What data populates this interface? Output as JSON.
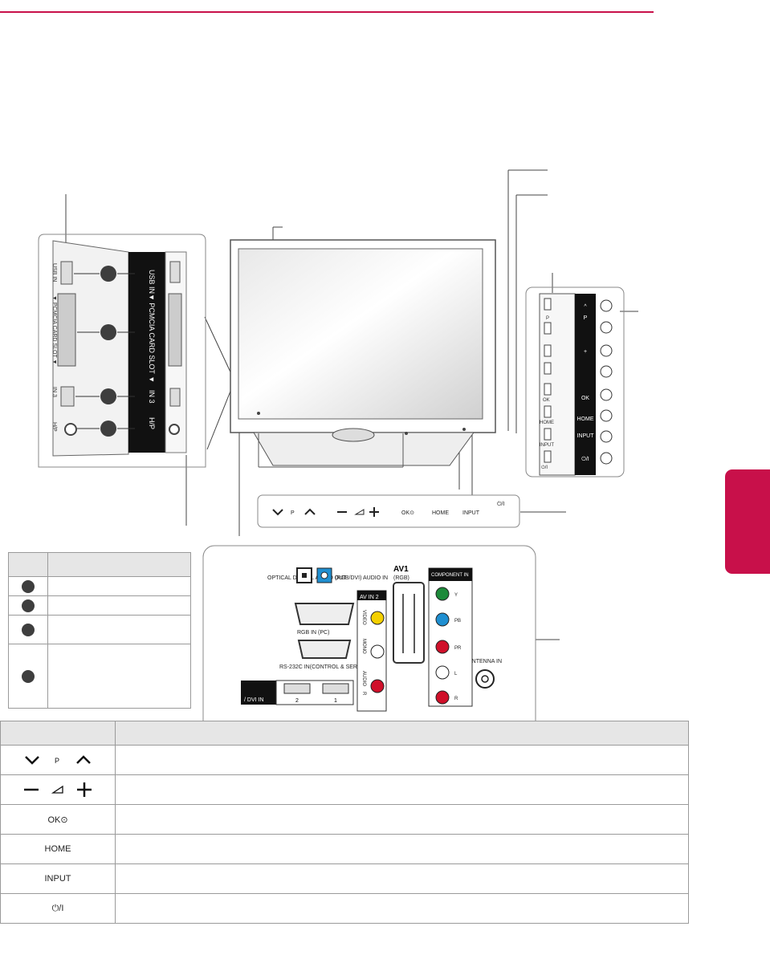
{
  "colors": {
    "accent": "#c8104a",
    "panel_dark": "#111111",
    "table_header": "#e6e6e6"
  },
  "left_panel": {
    "usb_label": "USB IN",
    "pcmcia_label": "▼ PCMCIA CARD SLOT ▼",
    "hdmi_label": "IN 3",
    "hp_label": "H/P",
    "jack_labels": [
      "USB IN",
      "▼ PCMCIA CARD SLOT ▼",
      "IN 3",
      "H/P"
    ]
  },
  "side_panel": {
    "labels": [
      "P",
      "OK",
      "HOME",
      "INPUT",
      "⏻/I"
    ]
  },
  "front_bar": {
    "labels": [
      "P",
      "OK⊙",
      "HOME",
      "INPUT",
      "⏻/I"
    ]
  },
  "rear_panel": {
    "optical_label": "OPTICAL DIGITAL AUDIO OUT",
    "audio_in_label": "(RGB/DVI) AUDIO IN",
    "rgb_pc_label": "RGB IN (PC)",
    "rs232_label": "RS-232C IN(CONTROL & SERVICE)",
    "hdmi_dvi_label": "/ DVI IN",
    "hdmi_ports": [
      "2",
      "1"
    ],
    "av_in2_label": "AV IN 2",
    "av_in2_jacks": [
      "VIDEO",
      "MONO",
      "AUDIO",
      "R"
    ],
    "av1_label": "AV1",
    "av1_sub": "(RGB)",
    "component_label": "COMPONENT IN",
    "component_jacks": [
      "Y",
      "PB",
      "PR",
      "L",
      "R"
    ],
    "antenna_label": "ANTENNA IN"
  },
  "bottom_table": {
    "rows": [
      {
        "icon": "channel-up-down-icon",
        "label": "P"
      },
      {
        "icon": "volume-up-down-icon",
        "label": ""
      },
      {
        "icon": "ok-icon",
        "label": "OK⊙"
      },
      {
        "icon": "home-icon",
        "label": "HOME"
      },
      {
        "icon": "input-icon",
        "label": "INPUT"
      },
      {
        "icon": "power-icon",
        "label": "⏻/I"
      }
    ]
  }
}
